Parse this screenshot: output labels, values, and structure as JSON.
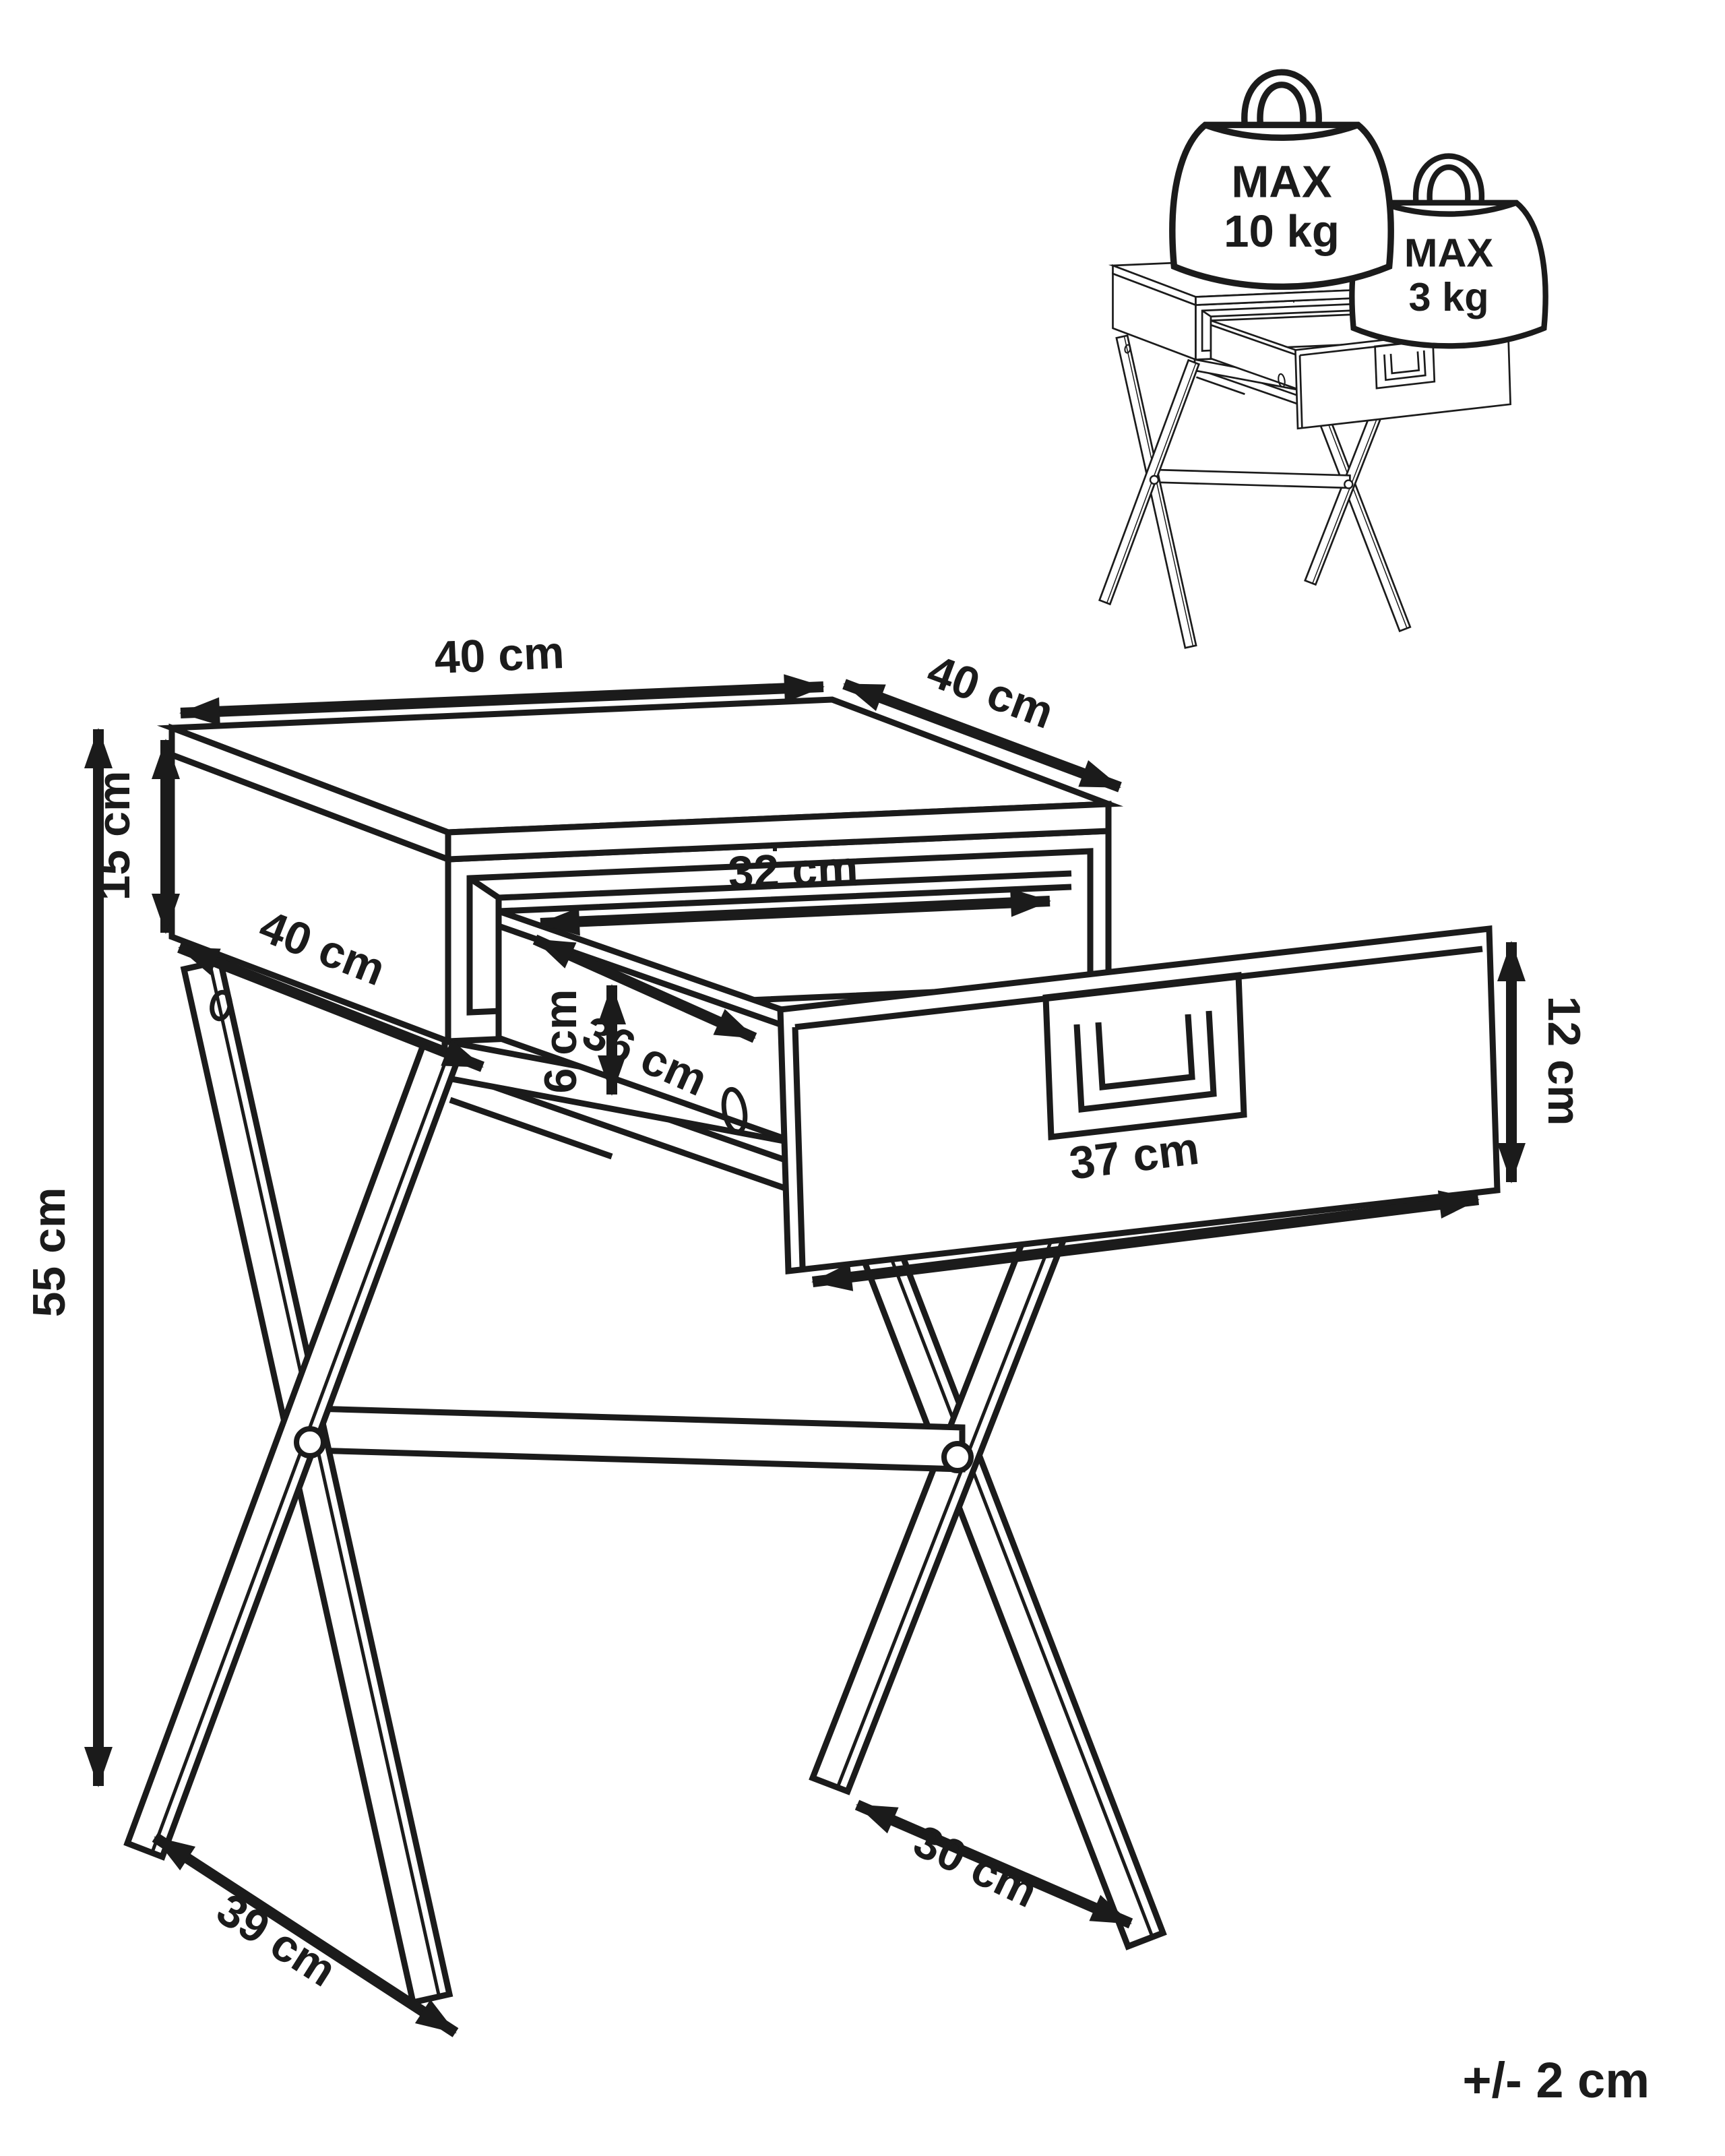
{
  "diagram": {
    "type": "furniture-dimension-drawing",
    "tolerance_note": "+/- 2 cm",
    "dims": {
      "top_width": "40 cm",
      "top_depth": "40 cm",
      "carcass_height": "15 cm",
      "carcass_depth": "40 cm",
      "inner_width": "32 cm",
      "drawer_depth": "36 cm",
      "drawer_side_height": "6 cm",
      "drawer_front_width": "37 cm",
      "drawer_front_height": "12 cm",
      "total_height": "55 cm",
      "foot_depth": "39 cm",
      "foot_span": "30 cm"
    },
    "max_load_top": {
      "l1": "MAX",
      "l2": "10 kg"
    },
    "max_load_drawer": {
      "l1": "MAX",
      "l2": "3 kg"
    }
  }
}
